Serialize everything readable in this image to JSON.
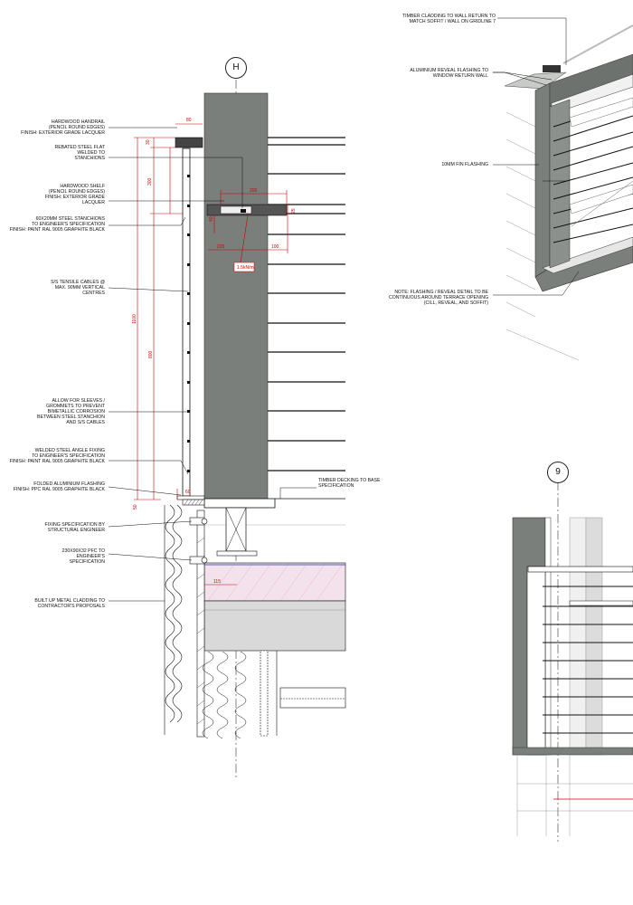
{
  "gridlines": {
    "left": "H",
    "right": "9"
  },
  "annotations": {
    "handrail": "HARDWOOD HANDRAIL\n(PENCIL ROUND EDGES)\nFINISH: EXTERIOR GRADE LACQUER",
    "rebated_flat": "REBATED STEEL FLAT\nWELDED TO\nSTANCHIONS",
    "shelf": "HARDWOOD SHELF\n(PENCIL ROUND EDGES)\nFINISH: EXTERIOR GRADE\nLACQUER",
    "stanchions": "60X20MM STEEL STANCHIONS\nTO ENGINEER'S SPECIFICATION\nFINISH: PAINT RAL 9005 GRAPHITE BLACK",
    "cables": "S/S TENSILE CABLES @\nMAX. 90MM VERTICAL\nCENTRES",
    "sleeves": "ALLOW FOR SLEEVES /\nGROMMETS TO PREVENT\nBIMETALLIC CORROSION\nBETWEEN STEEL STANCHION\nAND S/S CABLES",
    "angle_fixing": "WELDED STEEL ANGLE FIXING\nTO ENGINEER'S SPECIFICATION\nFINISH: PAINT RAL 9005 GRAPHITE BLACK",
    "flashing": "FOLDED ALUMINIUM FLASHING\nFINISH: PPC RAL 9005 GRAPHITE BLACK",
    "fixing_spec": "FIXING SPECIFICATION BY\nSTRUCTURAL ENGINEER",
    "pfc": "230X90X32 PFC TO\nENGINEER'S\nSPECIFICATION",
    "cladding": "BUILT UP METAL CLADDING TO\nCONTRACTOR'S PROPOSALS",
    "decking": "TIMBER DECKING TO BASE\nSPECIFICATION",
    "timber_cladding": "TIMBER CLADDING TO WALL RETURN TO\nMATCH SOFFIT / WALL ON GRIDLINE 7",
    "reveal_flashing": "ALUMINIUM REVEAL FLASHING TO\nWINDOW RETURN WALL",
    "fin_flashing": "10mm FIN FLASHING",
    "note": "NOTE: FLASHING / REVEAL DETAIL TO BE\nCONTINUOUS AROUND TERRACE OPENING\n(CILL, REVEAL, AND SOFFIT)"
  },
  "dimensions": {
    "d80": "80",
    "d30": "30",
    "d300": "300",
    "d1100": "1100",
    "d800": "800",
    "d50": "50",
    "d60": "60",
    "d200": "200",
    "d40": "40",
    "d25": "25",
    "d220": "220",
    "d100": "100",
    "d115": "115",
    "load": "1.5kN/m"
  },
  "colors": {
    "wall": "#7b7f7b",
    "wall_dark": "#5e625e",
    "dim": "#cc0000",
    "line": "#111111",
    "insulation": "#e8c9d8",
    "concrete": "#d9d9d9"
  }
}
